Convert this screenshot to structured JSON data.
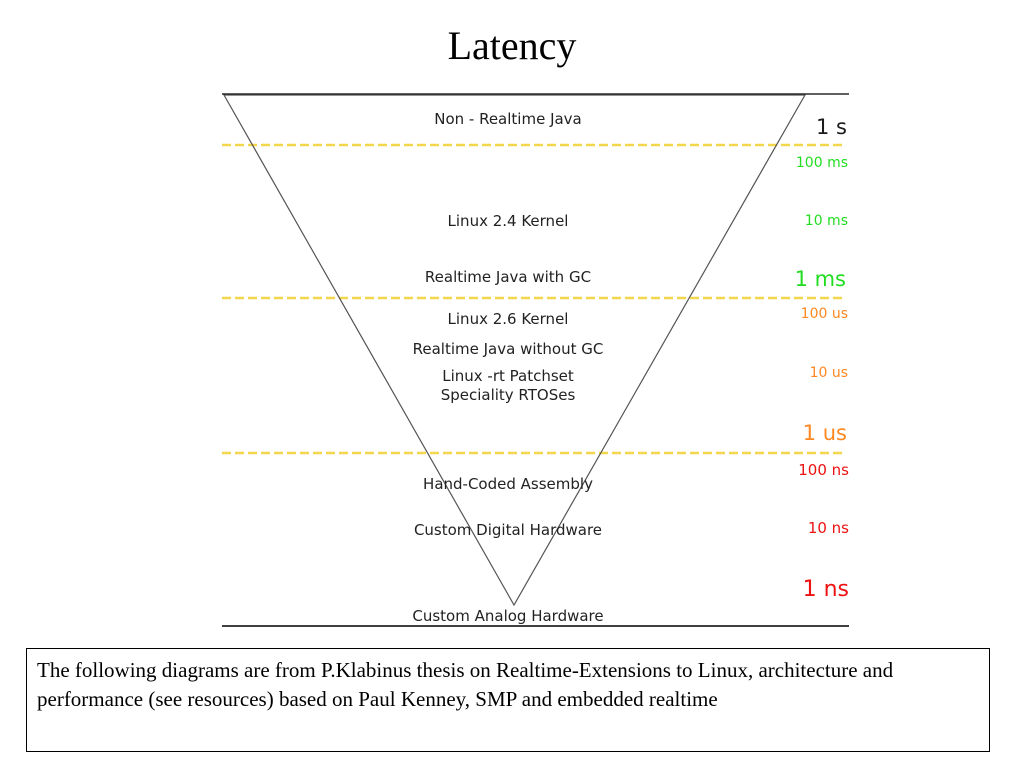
{
  "title": "Latency",
  "diagram": {
    "tiers": [
      "Non - Realtime Java",
      "Linux 2.4 Kernel",
      "Realtime Java with GC",
      "Linux 2.6 Kernel",
      "Realtime Java without GC",
      "Linux -rt Patchset",
      "Speciality RTOSes",
      "Hand-Coded Assembly",
      "Custom Digital Hardware",
      "Custom Analog Hardware"
    ],
    "scale": [
      {
        "label": "1 s",
        "color": "#1a1a1a"
      },
      {
        "label": "100 ms",
        "color": "#22dd22"
      },
      {
        "label": "10 ms",
        "color": "#22dd22"
      },
      {
        "label": "1 ms",
        "color": "#22dd22"
      },
      {
        "label": "100 us",
        "color": "#ff8822"
      },
      {
        "label": "10 us",
        "color": "#ff8822"
      },
      {
        "label": "1 us",
        "color": "#ff8822"
      },
      {
        "label": "100 ns",
        "color": "#ee1111"
      },
      {
        "label": "10 ns",
        "color": "#ee1111"
      },
      {
        "label": "1 ns",
        "color": "#ee1111"
      }
    ],
    "divider_color": "#f2d64b"
  },
  "caption": "The following diagrams are from P.Klabinus thesis on Realtime-Extensions to Linux, architecture and performance (see resources) based on Paul Kenney, SMP and embedded realtime"
}
